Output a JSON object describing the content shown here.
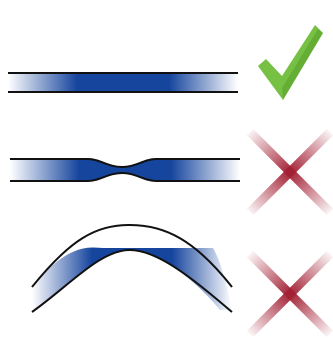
{
  "diagram": {
    "colors": {
      "fill_dark": "#16459e",
      "fill_light": "#ffffff",
      "outline": "#111111",
      "check": "#76c043",
      "check_shadow": "#5aa12e",
      "cross": "#a32135"
    },
    "items": [
      {
        "shape": "straight-band",
        "verdict": "correct",
        "icon": "check-icon"
      },
      {
        "shape": "pinched-band",
        "verdict": "incorrect",
        "icon": "cross-icon"
      },
      {
        "shape": "curved-band",
        "verdict": "incorrect",
        "icon": "cross-icon"
      }
    ]
  }
}
